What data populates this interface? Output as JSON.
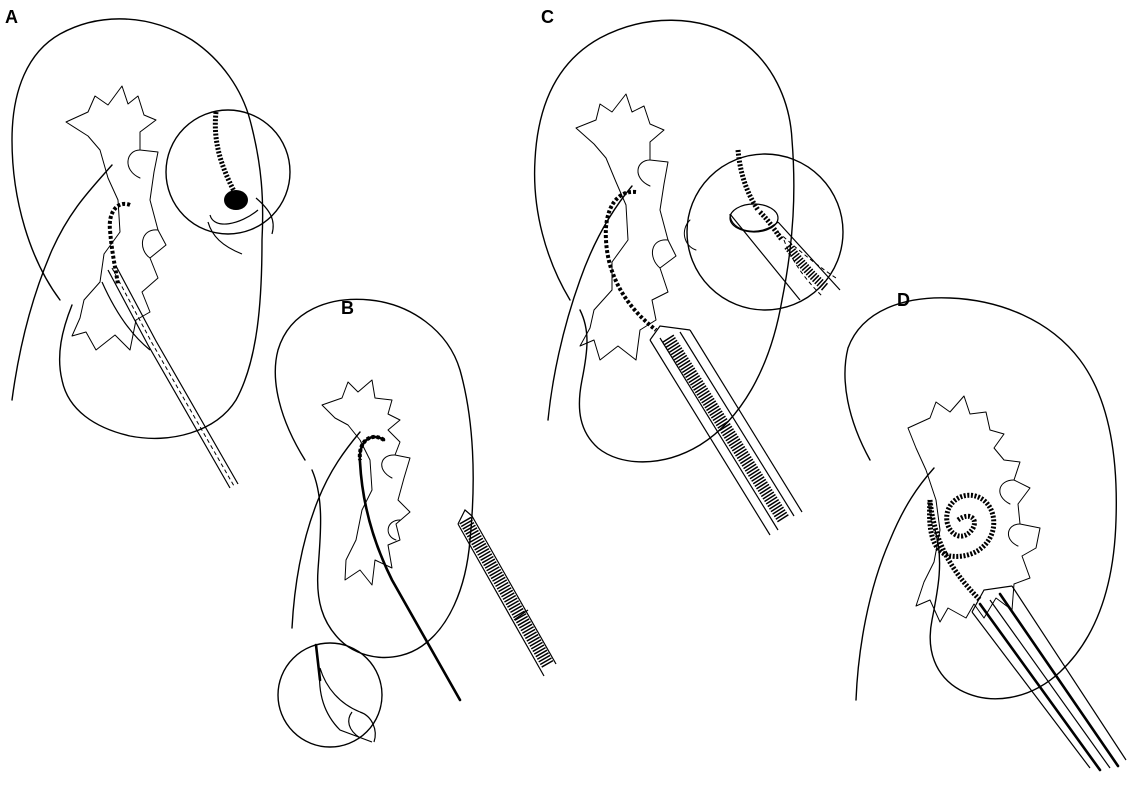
{
  "panels": [
    {
      "id": "a",
      "label": "A"
    },
    {
      "id": "b",
      "label": "B"
    },
    {
      "id": "c",
      "label": "C"
    },
    {
      "id": "d",
      "label": "D"
    }
  ]
}
